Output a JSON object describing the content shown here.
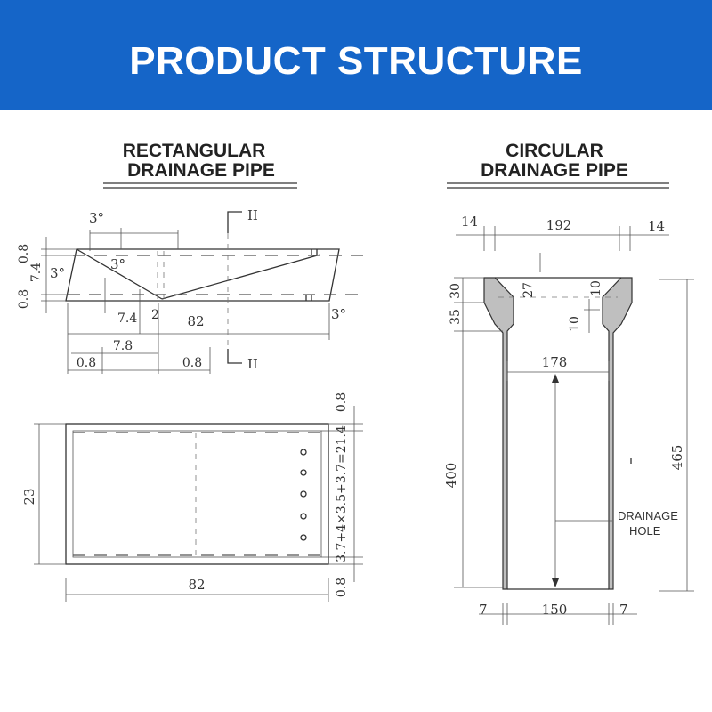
{
  "banner": {
    "title": "PRODUCT STRUCTURE",
    "color": "#1565c8"
  },
  "rect": {
    "heading_1": "RECTANGULAR",
    "heading_2": "DRAINAGE PIPE",
    "angle_a": "3°",
    "angle_b": "3°",
    "angle_c": "3°",
    "angle_d": "3°",
    "dim_top_08": "0.8",
    "dim_74_vert": "7.4",
    "dim_bot_08": "0.8",
    "dim_74": "7.4",
    "dim_2": "2",
    "dim_82": "82",
    "dim_78": "7.8",
    "dim_08_left": "0.8",
    "dim_08_right": "0.8",
    "section_mark": "II",
    "section_mark_b": "II",
    "plan_23": "23",
    "plan_82": "82",
    "plan_08_top": "0.8",
    "plan_formula": "3.7+4×3.5+3.7=21.4",
    "plan_08_bot": "0.8"
  },
  "circ": {
    "heading_1": "CIRCULAR",
    "heading_2": "DRAINAGE PIPE",
    "dim_14_left": "14",
    "dim_192": "192",
    "dim_14_right": "14",
    "dim_30": "30",
    "dim_35": "35",
    "dim_27": "27",
    "dim_10_a": "10",
    "dim_10_b": "10",
    "dim_178": "178",
    "dim_400": "400",
    "dim_465": "465",
    "drain_1": "DRAINAGE",
    "drain_2": "HOLE",
    "dim_7_left": "7",
    "dim_150": "150",
    "dim_7_right": "7"
  }
}
